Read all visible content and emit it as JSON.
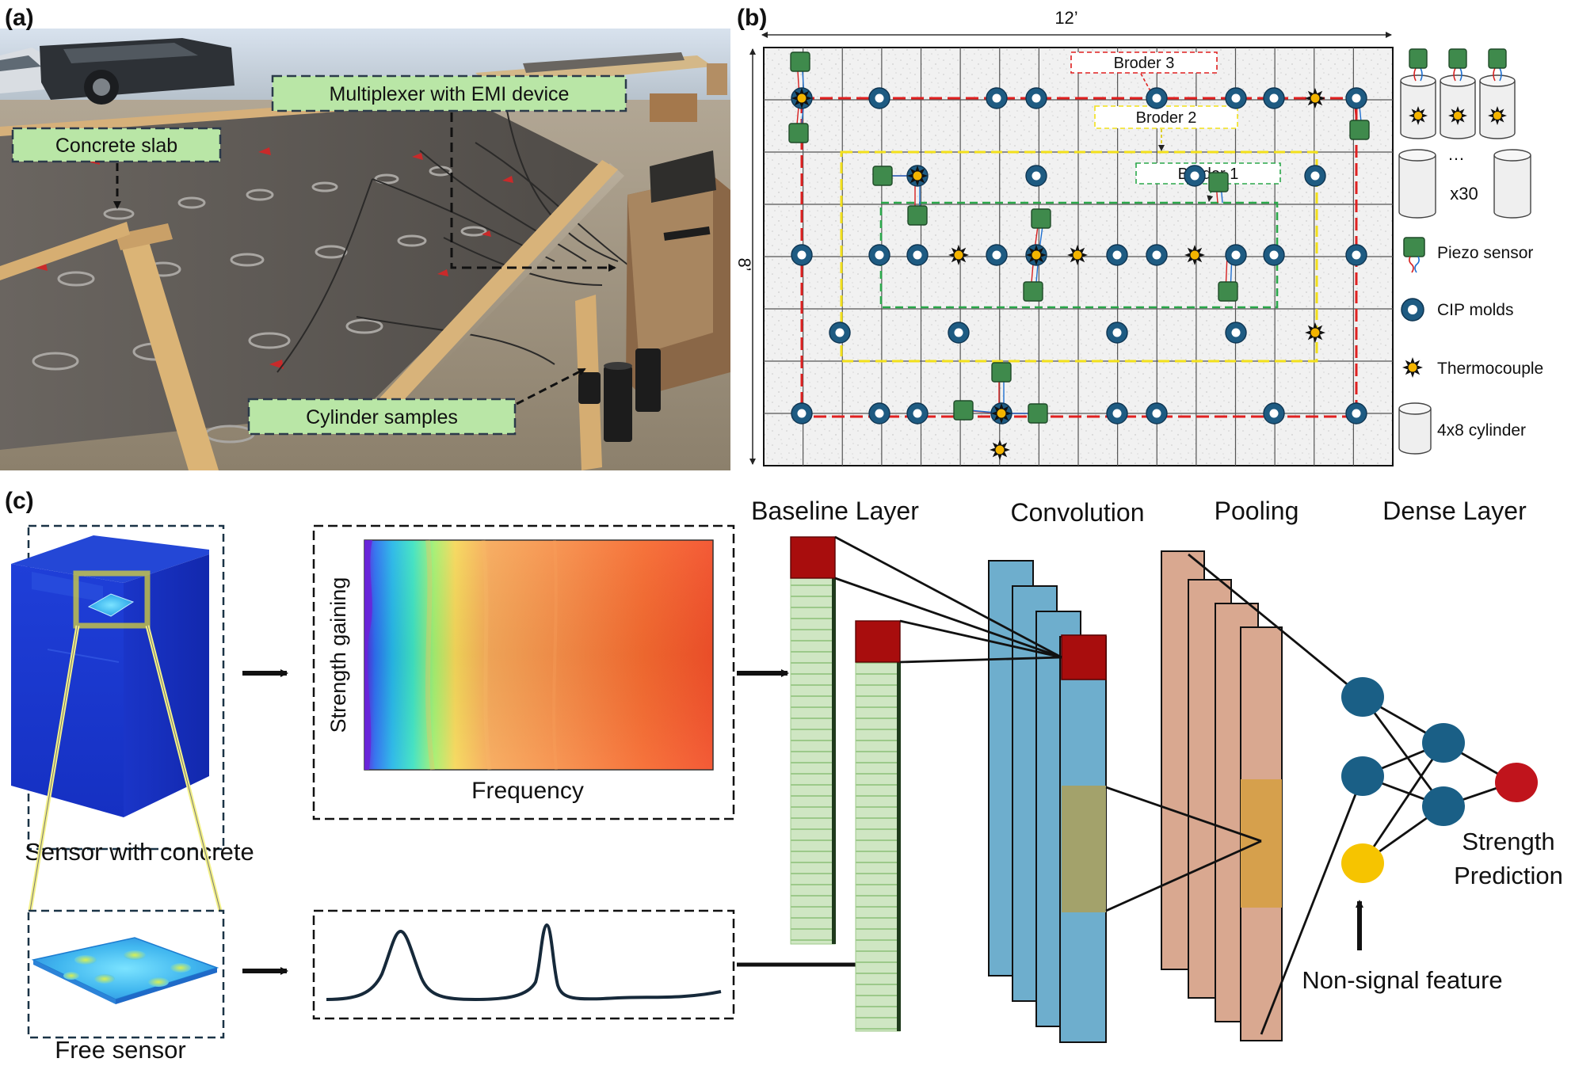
{
  "panels": {
    "a": "(a)",
    "b": "(b)",
    "c": "(c)"
  },
  "photo": {
    "labels": {
      "slab": "Concrete slab",
      "mux": "Multiplexer with EMI device",
      "cylinders": "Cylinder samples"
    },
    "colors": {
      "label_fill": "#b9e6a6",
      "sky": "#c9d7e6",
      "ground": "#a49884",
      "concrete": "#5e5a56",
      "wood": "#d7b27b"
    }
  },
  "layout": {
    "dim_width": "12’",
    "dim_height": "8’",
    "borders": [
      "Broder 3",
      "Broder 2",
      "Broder 1"
    ],
    "legend": {
      "ellipsis": "…",
      "count": "x30",
      "piezo": "Piezo sensor",
      "cip": "CIP molds",
      "thermo": "Thermocouple",
      "cylinder": "4x8 cylinder"
    },
    "colors": {
      "border3": "#e02020",
      "border2": "#f2e01a",
      "border1": "#2aa84a",
      "mold": "#1e5b82",
      "sensor": "#3f8a4c",
      "thermo": "#f4b400"
    }
  },
  "pipeline": {
    "sensor_with_concrete": "Sensor with concrete",
    "free_sensor": "Free sensor",
    "axis_y": "Strength gaining",
    "axis_x": "Frequency",
    "baseline_layer": "Baseline Layer",
    "convolution": "Convolution",
    "pooling": "Pooling",
    "dense_layer": "Dense Layer",
    "prediction": [
      "Strength",
      "Prediction"
    ],
    "non_signal": "Non-signal feature",
    "colors": {
      "conv": "#6eaecd",
      "pool": "#d9a890",
      "node": "#1a5f86",
      "output": "#c0141c",
      "extra": "#f6c400",
      "kernel": "#a80d0d"
    }
  }
}
